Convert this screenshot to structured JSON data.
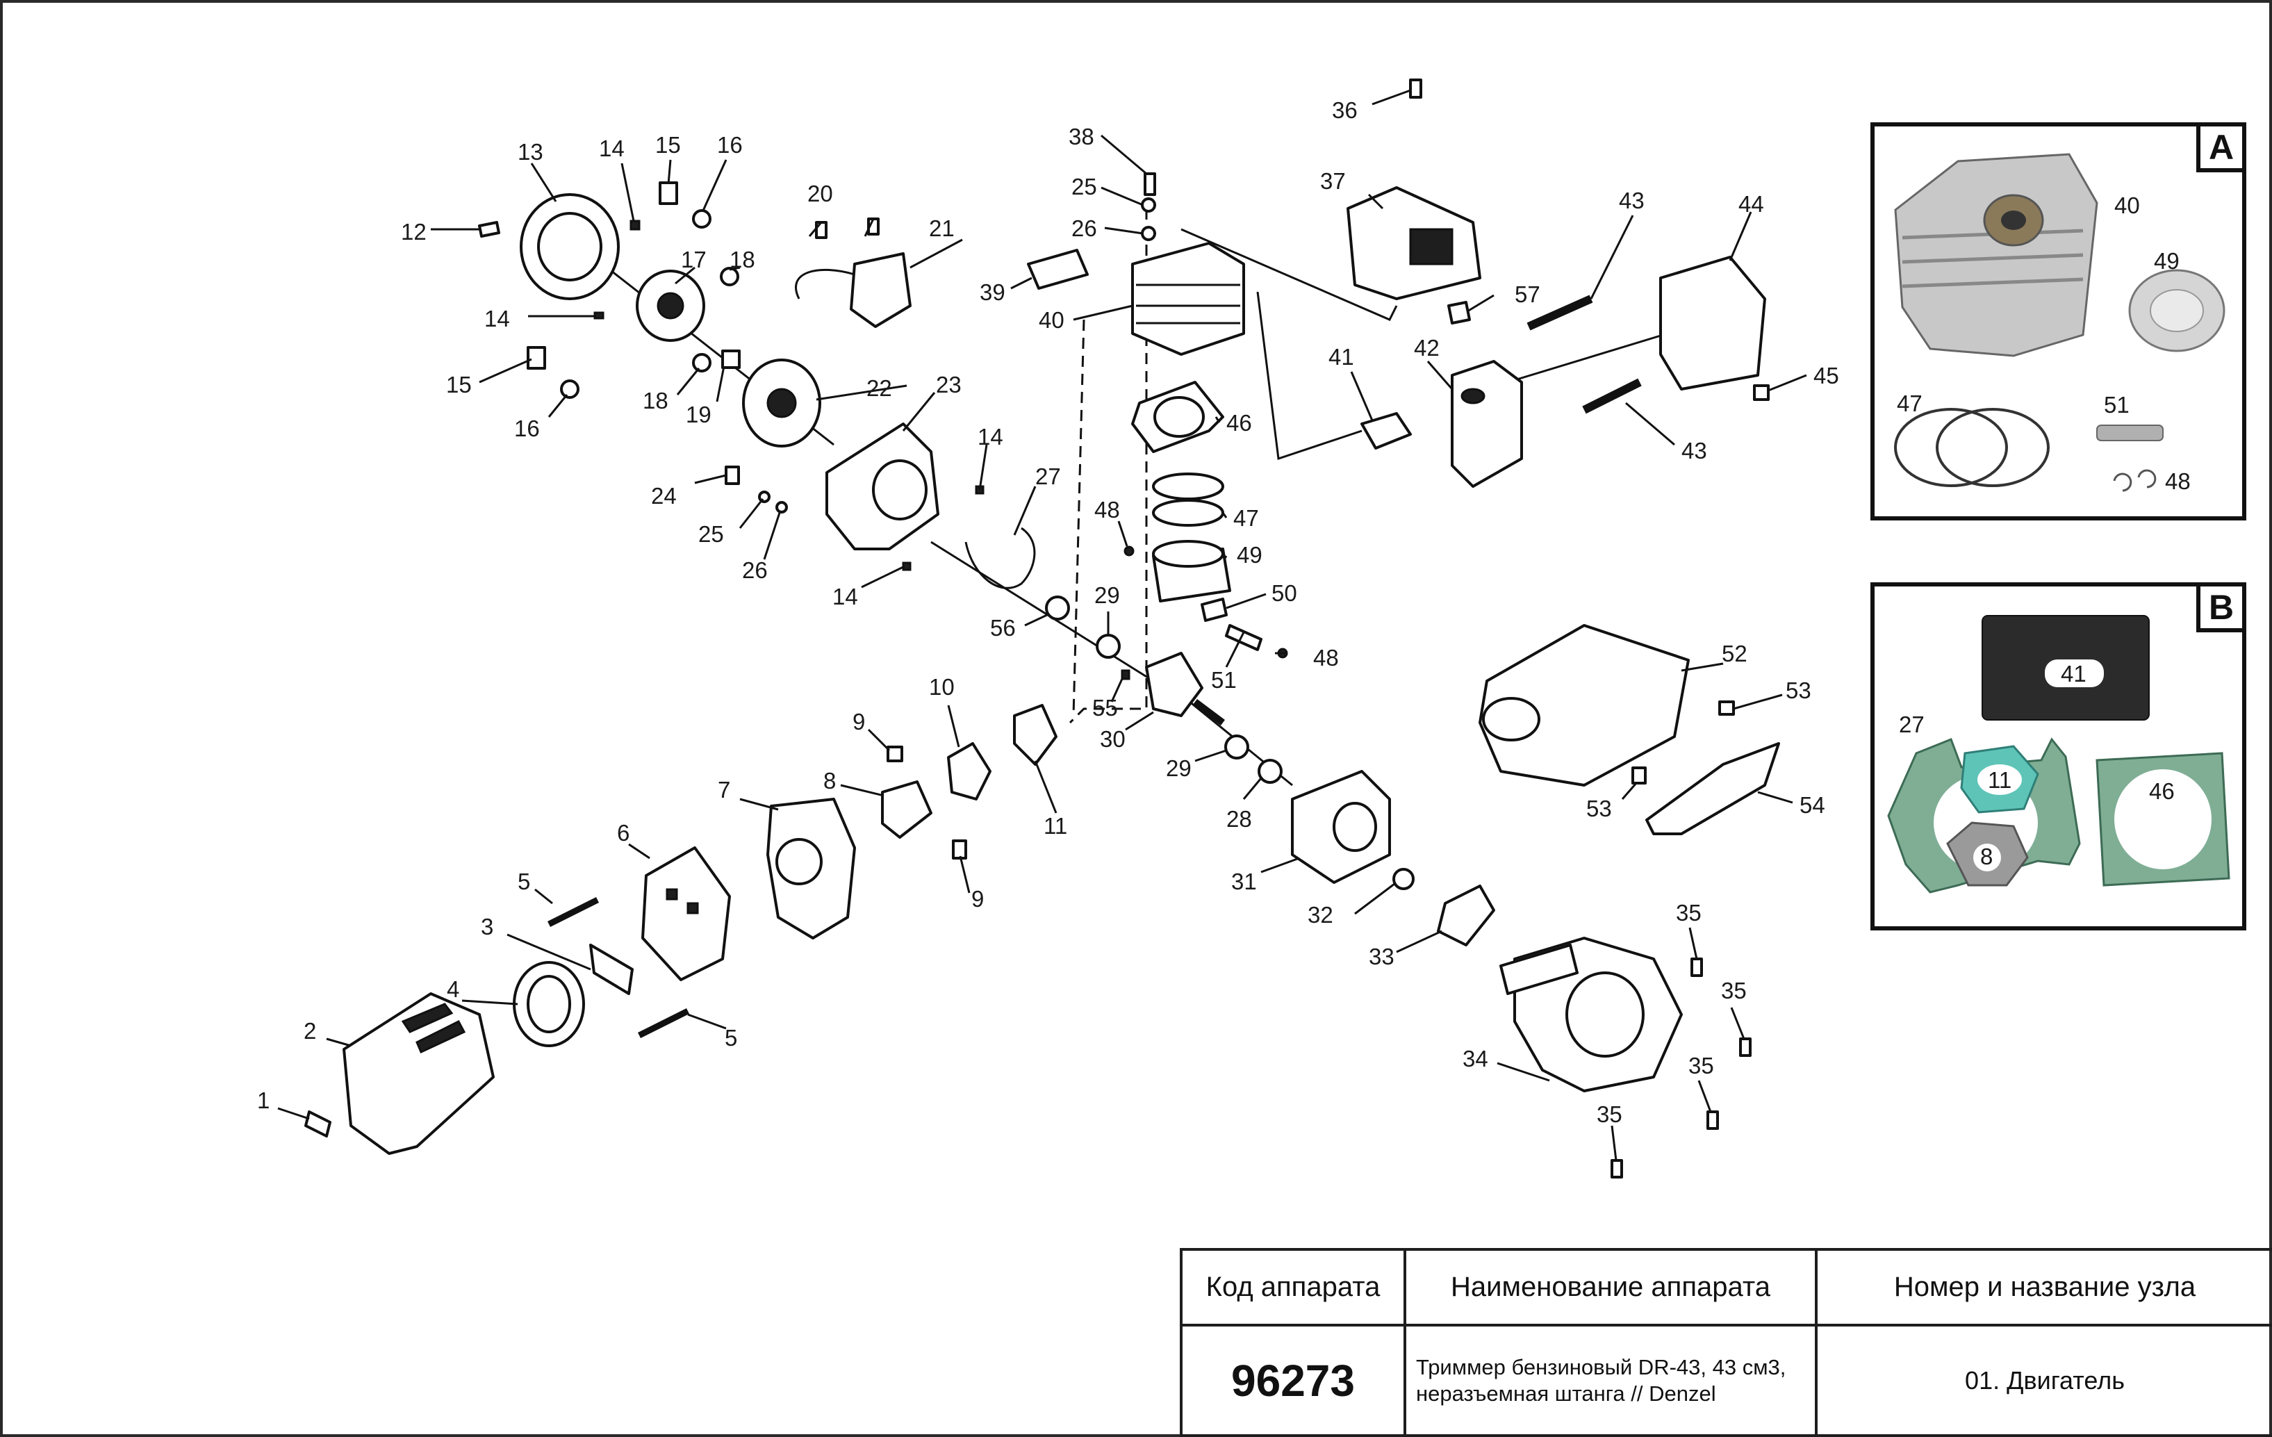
{
  "callouts": {
    "c1": "1",
    "c2": "2",
    "c3": "3",
    "c4": "4",
    "c5a": "5",
    "c5b": "5",
    "c6": "6",
    "c7": "7",
    "c8": "8",
    "c9a": "9",
    "c9b": "9",
    "c10": "10",
    "c11": "11",
    "c12": "12",
    "c13": "13",
    "c14a": "14",
    "c14b": "14",
    "c14c": "14",
    "c14d": "14",
    "c15a": "15",
    "c15b": "15",
    "c16a": "16",
    "c16b": "16",
    "c17": "17",
    "c18a": "18",
    "c18b": "18",
    "c19": "19",
    "c20": "20",
    "c21": "21",
    "c22": "22",
    "c23": "23",
    "c24": "24",
    "c25a": "25",
    "c25b": "25",
    "c26a": "26",
    "c26b": "26",
    "c27": "27",
    "c28": "28",
    "c29a": "29",
    "c29b": "29",
    "c30": "30",
    "c31": "31",
    "c32": "32",
    "c33": "33",
    "c34": "34",
    "c35a": "35",
    "c35b": "35",
    "c35c": "35",
    "c35d": "35",
    "c36": "36",
    "c37": "37",
    "c38": "38",
    "c39": "39",
    "c40": "40",
    "c41": "41",
    "c42": "42",
    "c43a": "43",
    "c43b": "43",
    "c44": "44",
    "c45": "45",
    "c46": "46",
    "c47": "47",
    "c48a": "48",
    "c48b": "48",
    "c49": "49",
    "c50": "50",
    "c51": "51",
    "c52": "52",
    "c53a": "53",
    "c53b": "53",
    "c54": "54",
    "c55": "55",
    "c56": "56",
    "c57": "57"
  },
  "inset_a": {
    "letter": "A",
    "labels": {
      "l40": "40",
      "l49": "49",
      "l47": "47",
      "l51": "51",
      "l48": "48"
    }
  },
  "inset_b": {
    "letter": "B",
    "labels": {
      "l41": "41",
      "l27": "27",
      "l11": "11",
      "l46": "46",
      "l8": "8"
    }
  },
  "colors": {
    "gasket_green": "#7fae95",
    "gasket_teal": "#5ec4b8",
    "gasket_gray": "#9a9a9a",
    "gasket_dark": "#2b2b2b",
    "piston_metal": "#c8c8c8"
  },
  "table": {
    "header_code": "Код аппарата",
    "header_name": "Наименование аппарата",
    "header_node": "Номер и название узла",
    "code": "96273",
    "name": "Триммер бензиновый DR-43, 43 см3, неразъемная штанга // Denzel",
    "node": "01. Двигатель"
  }
}
